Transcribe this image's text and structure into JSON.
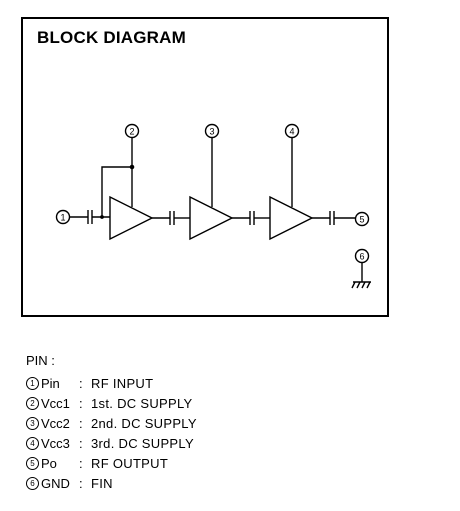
{
  "diagram": {
    "title": "BLOCK DIAGRAM",
    "pin_markers": [
      "1",
      "2",
      "3",
      "4",
      "5",
      "6"
    ]
  },
  "pins": {
    "header": "PIN :",
    "rows": [
      {
        "num": "1",
        "name": "Pin",
        "desc": "RF INPUT"
      },
      {
        "num": "2",
        "name": "Vcc1",
        "desc": "1st. DC SUPPLY"
      },
      {
        "num": "3",
        "name": "Vcc2",
        "desc": "2nd. DC SUPPLY"
      },
      {
        "num": "4",
        "name": "Vcc3",
        "desc": "3rd. DC SUPPLY"
      },
      {
        "num": "5",
        "name": "Po",
        "desc": "RF OUTPUT"
      },
      {
        "num": "6",
        "name": "GND",
        "desc": "FIN"
      }
    ]
  }
}
